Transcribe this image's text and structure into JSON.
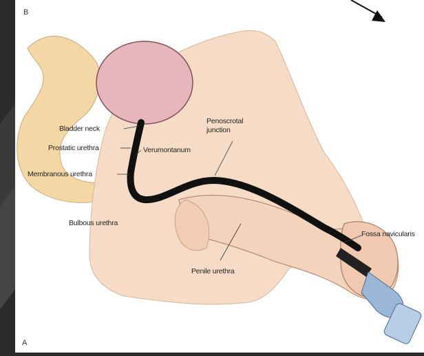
{
  "figure": {
    "panel_top_letter": "B",
    "panel_bottom_letter": "A"
  },
  "labels": {
    "bladder_neck": "Bladder neck",
    "prostatic_urethra": "Prostatic urethra",
    "verumontanum": "Verumontanum",
    "membranous_urethra": "Membranous urethra",
    "penoscrotal_junction_line1": "Penoscrotal",
    "penoscrotal_junction_line2": "junction",
    "bulbous_urethra": "Bulbous urethra",
    "penile_urethra": "Penile urethra",
    "fossa_navicularis": "Fossa navicularis"
  },
  "colors": {
    "background": "#2b2b2b",
    "panel": "#ffffff",
    "bone": "#f3d8a6",
    "skin": "#f6dcc6",
    "bladder": "#e7b6bd",
    "urethra": "#111111",
    "instrument": "#9bb7d6"
  },
  "icons": {
    "arrow": "arrow-down-right-icon"
  }
}
